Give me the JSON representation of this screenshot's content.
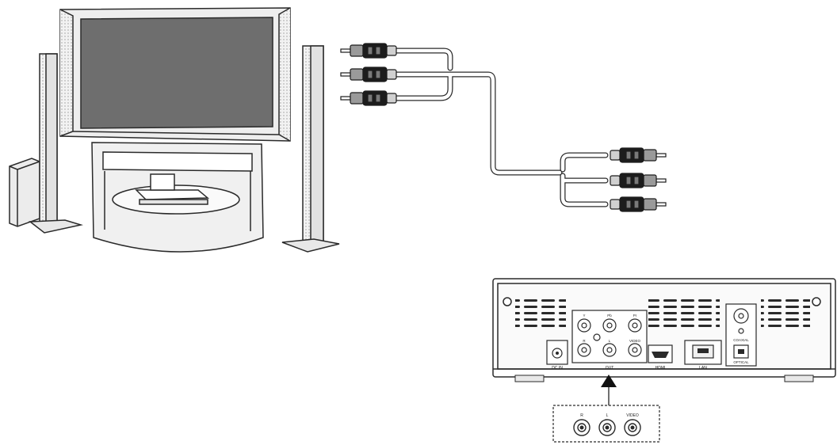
{
  "figure": {
    "colors": {
      "line": "#2a2a2a",
      "screen": "#6e6e6e",
      "bezel": "#ececec",
      "panel": "#f4f4f4",
      "plug_dark": "#1c1c1c",
      "cable": "#d9d9d9"
    },
    "device_labels": {
      "out_group": "OUT",
      "dc_in": "DC IN",
      "hdmi": "HDMI",
      "lan": "LAN",
      "optical": "OPTICAL",
      "coaxial": "COAXIAL"
    },
    "out_jacks_top": [
      "Y",
      "Pb",
      "Pr"
    ],
    "out_jacks_bottom": [
      "R",
      "L",
      "VIDEO"
    ],
    "inset_jacks": [
      "R",
      "L",
      "VIDEO"
    ],
    "icons": [
      "tv-icon",
      "speaker-icon",
      "subwoofer-icon",
      "rca-plug-icon",
      "media-player-icon",
      "arrow-up-icon"
    ]
  }
}
